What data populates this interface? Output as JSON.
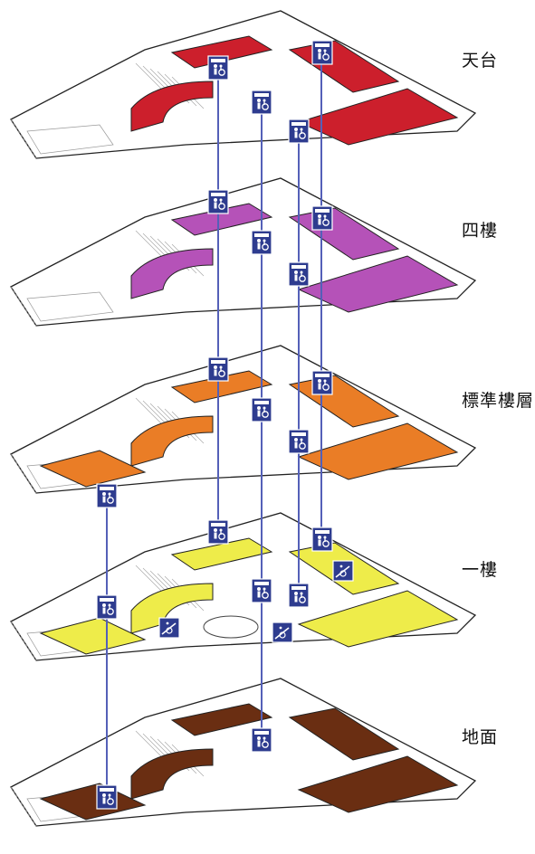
{
  "floors": [
    {
      "label": "天台",
      "color": "#cc1f2c"
    },
    {
      "label": "四樓",
      "color": "#b552b8"
    },
    {
      "label": "標準樓層",
      "color": "#ea7d26"
    },
    {
      "label": "一樓",
      "color": "#eeec4a"
    },
    {
      "label": "地面",
      "color": "#6a2e12"
    }
  ],
  "colors": {
    "lift_line": "#5460b8",
    "icon_bg": "#2e3c8f",
    "plan_outline": "#222222"
  },
  "icons": {
    "lift": "lift-with-wheelchair-icon",
    "ramp": "wheelchair-ramp-icon"
  }
}
